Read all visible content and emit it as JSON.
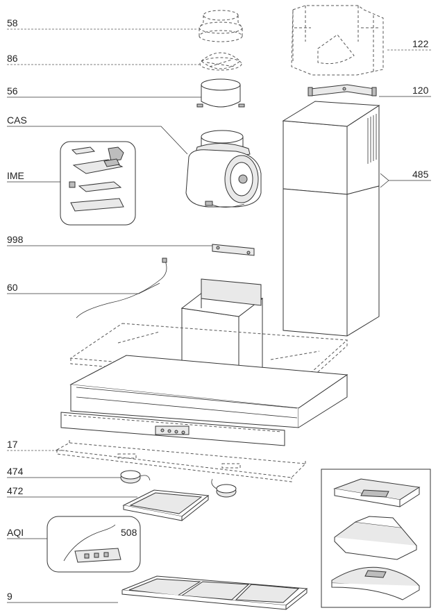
{
  "labels": {
    "l58": "58",
    "l86": "86",
    "l56": "56",
    "lcas": "CAS",
    "lime": "IME",
    "l998": "998",
    "l60": "60",
    "l17": "17",
    "l474": "474",
    "l472": "472",
    "laqi": "AQI",
    "l508": "508",
    "l9": "9",
    "l122": "122",
    "l120": "120",
    "l485": "485"
  }
}
